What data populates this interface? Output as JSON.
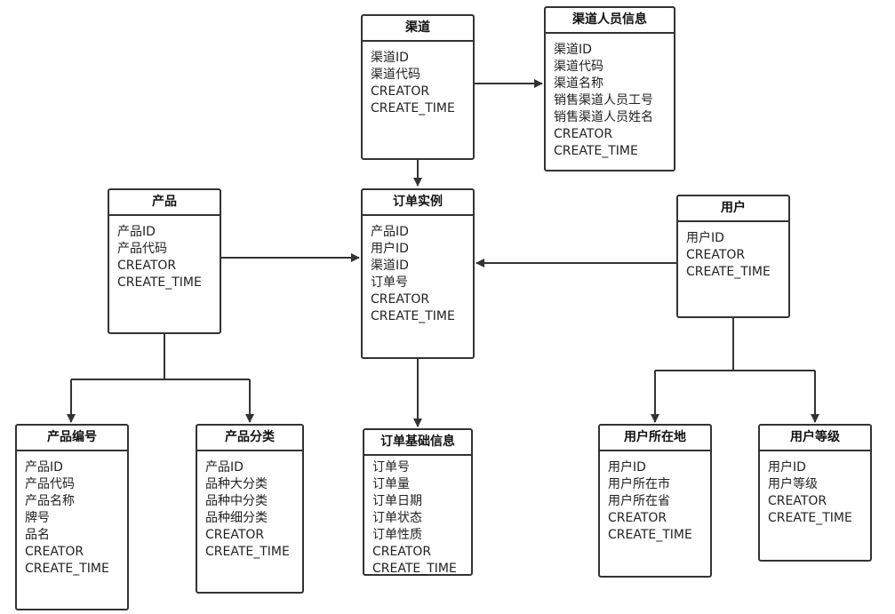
{
  "entities": {
    "channel": {
      "title": "渠道",
      "fields": [
        "渠道ID",
        "渠道代码",
        "CREATOR",
        "CREATE_TIME"
      ]
    },
    "channel_staff": {
      "title": "渠道人员信息",
      "fields": [
        "渠道ID",
        "渠道代码",
        "渠道名称",
        "销售渠道人员工号",
        "销售渠道人员姓名",
        "CREATOR",
        "CREATE_TIME"
      ]
    },
    "product": {
      "title": "产品",
      "fields": [
        "产品ID",
        "产品代码",
        "CREATOR",
        "CREATE_TIME"
      ]
    },
    "order_instance": {
      "title": "订单实例",
      "fields": [
        "产品ID",
        "用户ID",
        "渠道ID",
        "订单号",
        "CREATOR",
        "CREATE_TIME"
      ]
    },
    "user": {
      "title": "用户",
      "fields": [
        "用户ID",
        "CREATOR",
        "CREATE_TIME"
      ]
    },
    "product_code": {
      "title": "产品编号",
      "fields": [
        "产品ID",
        "产品代码",
        "产品名称",
        "牌号",
        "品名",
        "CREATOR",
        "CREATE_TIME"
      ]
    },
    "product_category": {
      "title": "产品分类",
      "fields": [
        "产品ID",
        "品种大分类",
        "品种中分类",
        "品种细分类",
        "CREATOR",
        "CREATE_TIME"
      ]
    },
    "order_base": {
      "title": "订单基础信息",
      "fields": [
        "订单号",
        "订单量",
        "订单日期",
        "订单状态",
        "订单性质",
        "CREATOR",
        "CREATE_TIME"
      ]
    },
    "user_location": {
      "title": "用户所在地",
      "fields": [
        "用户ID",
        "用户所在市",
        "用户所在省",
        "CREATOR",
        "CREATE_TIME"
      ]
    },
    "user_level": {
      "title": "用户等级",
      "fields": [
        "用户ID",
        "用户等级",
        "CREATOR",
        "CREATE_TIME"
      ]
    }
  },
  "colors": {
    "line": "#333333",
    "border": "#333333",
    "background": "#ffffff"
  }
}
